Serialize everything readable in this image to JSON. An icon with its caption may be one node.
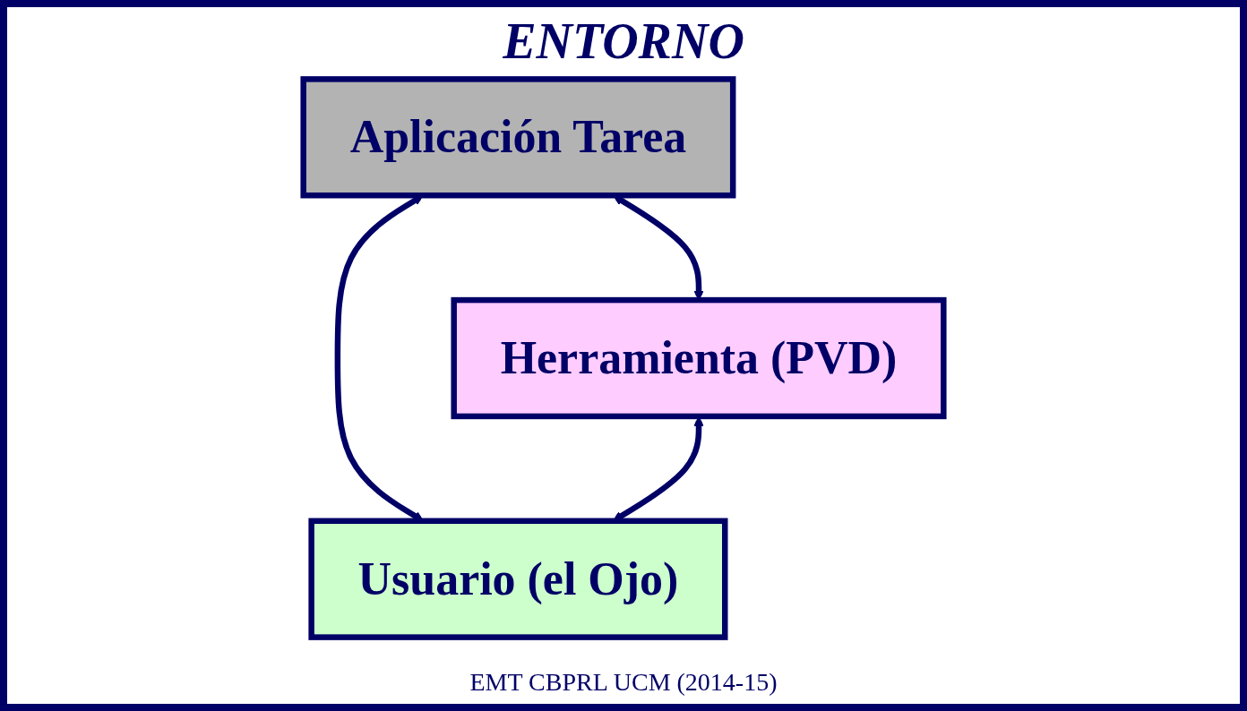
{
  "diagram": {
    "nodes": [
      {
        "text": [
          "Aplicación Tarea"
        ]
      },
      {
        "text": [
          "Usuario (el Ojo)"
        ]
      },
      {
        "text": [
          "Herramienta (PVD)"
        ]
      }
    ],
    "edges": [
      {
        "from": 0,
        "to": 1,
        "arrow": "both"
      },
      {
        "from": 0,
        "to": 2,
        "arrow": "both"
      },
      {
        "from": 2,
        "to": 1,
        "arrow": "both"
      }
    ],
    "labels": [
      "ENTORNO",
      "EMT CBPRL UCM (2014-15)"
    ]
  }
}
